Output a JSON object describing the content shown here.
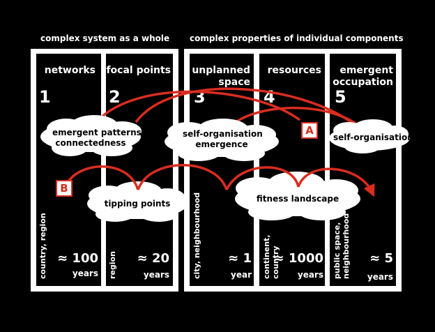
{
  "headers": {
    "left": "complex system as a whole",
    "right": "complex properties of individual components"
  },
  "columns": [
    {
      "number": "1",
      "title": "networks",
      "scale": "country, region",
      "approx": "≈ 100",
      "unit": "years"
    },
    {
      "number": "2",
      "title": "focal points",
      "scale": "region",
      "approx": "≈ 20",
      "unit": "years"
    },
    {
      "number": "3",
      "title": "unplanned\nspace",
      "scale": "city, neighbourhood",
      "approx": "≈ 1",
      "unit": "year"
    },
    {
      "number": "4",
      "title": "resources",
      "scale": "continent,\ncountry",
      "approx": "≈ 1000",
      "unit": "years"
    },
    {
      "number": "5",
      "title": "emergent\noccupation",
      "scale": "public space,\nneighbourhood",
      "approx": "≈ 5",
      "unit": "years"
    }
  ],
  "clouds": {
    "emergent": "emergent patterns\nconnectedness",
    "selforg_emergence": "self-organisation\nemergence",
    "selforg": "self-organisation",
    "tipping": "tipping points",
    "fitness": "fitness landscape"
  },
  "markers": {
    "a": "A",
    "b": "B"
  },
  "colors": {
    "background": "#000000",
    "frame": "#ffffff",
    "arrow": "#d92d20"
  }
}
